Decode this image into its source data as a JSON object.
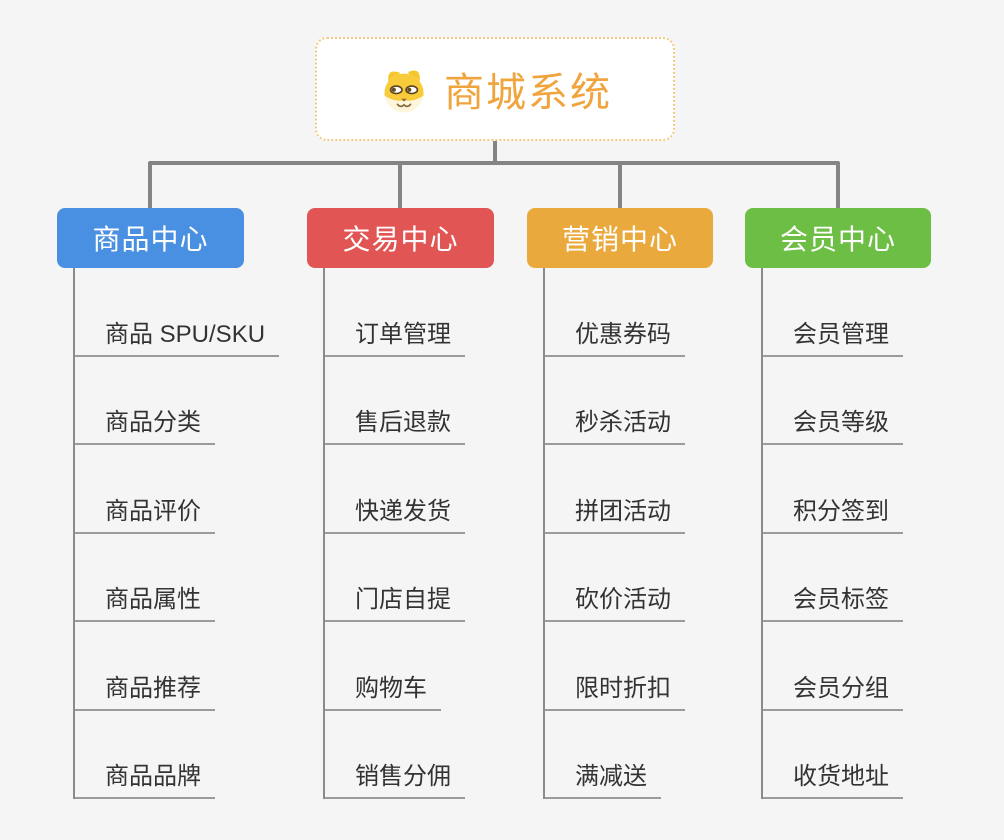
{
  "root": {
    "title": "商城系统",
    "icon": "doge-icon"
  },
  "branches": [
    {
      "label": "商品中心",
      "color": "#4A90E2",
      "items": [
        "商品 SPU/SKU",
        "商品分类",
        "商品评价",
        "商品属性",
        "商品推荐",
        "商品品牌"
      ]
    },
    {
      "label": "交易中心",
      "color": "#E15654",
      "items": [
        "订单管理",
        "售后退款",
        "快递发货",
        "门店自提",
        "购物车",
        "销售分佣"
      ]
    },
    {
      "label": "营销中心",
      "color": "#EAA93D",
      "items": [
        "优惠券码",
        "秒杀活动",
        "拼团活动",
        "砍价活动",
        "限时折扣",
        "满减送"
      ]
    },
    {
      "label": "会员中心",
      "color": "#6CBE44",
      "items": [
        "会员管理",
        "会员等级",
        "积分签到",
        "会员标签",
        "会员分组",
        "收货地址"
      ]
    }
  ],
  "style": {
    "background": "#F5F5F5",
    "connector_color": "#848484",
    "underline_color": "#9B9B9B",
    "root_text_color": "#F0A43D",
    "root_border_color": "#F2C983",
    "leaf_text_color": "#333333"
  }
}
